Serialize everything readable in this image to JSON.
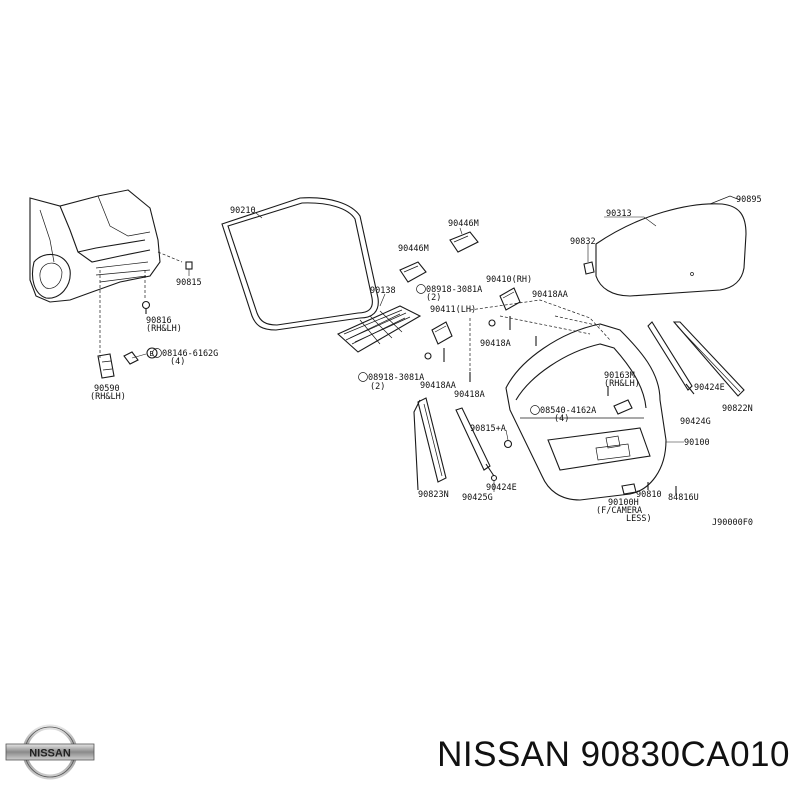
{
  "diagram": {
    "labels": [
      "90895",
      "90313",
      "90832",
      "90210",
      "90446M",
      "90446M",
      "90410(RH)",
      "90411(LH)",
      "08918-3081A",
      "(2)",
      "90418AA",
      "90138",
      "90418A",
      "08918-3081A",
      "(2)",
      "90418AA",
      "90418A",
      "90815",
      "90816",
      "(RH&LH)",
      "08146-6162G",
      "(4)",
      "90590",
      "(RH&LH)",
      "90163M",
      "(RH&LH)",
      "90424E",
      "90424G",
      "90822N",
      "08540-4162A",
      "(4)",
      "90815+A",
      "90100",
      "90823N",
      "90424E",
      "90425G",
      "90100H",
      "(F/CAMERA",
      "LESS)",
      "90810",
      "84816U",
      "J90000F0"
    ]
  },
  "footer": {
    "brand_logo_text": "NISSAN",
    "part_title": "NISSAN 90830CA010"
  }
}
